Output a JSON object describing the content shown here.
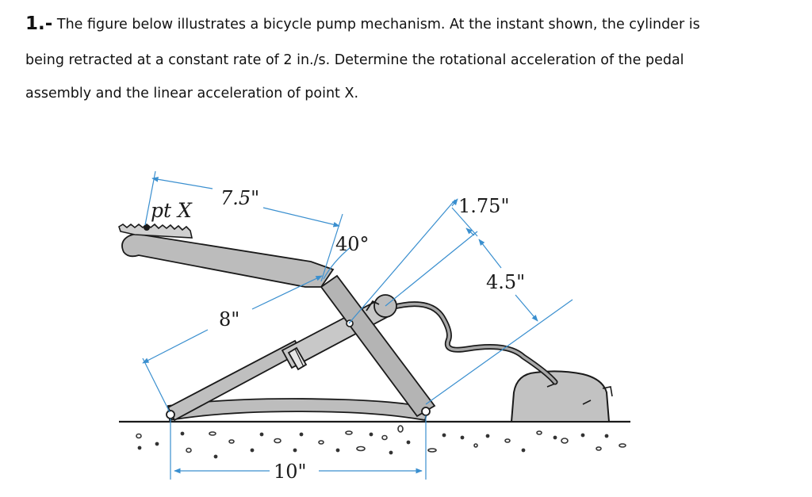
{
  "problem": {
    "number": "1.-",
    "line1": "The figure below illustrates a bicycle pump mechanism. At the instant shown, the cylinder is",
    "line2": "being retracted at a constant rate of 2 in./s. Determine the rotational acceleration of the pedal",
    "line3": "assembly and the linear acceleration of point X."
  },
  "figure": {
    "labels": {
      "point": "pt X",
      "upper_arm_length": "7.5\"",
      "lower_arm_length": "8\"",
      "angle": "40°",
      "offset": "1.75\"",
      "cylinder_length": "4.5\"",
      "base_length": "10\""
    },
    "colors": {
      "dimension_line": "#3a8fcf",
      "part_fill": "#b9b9b9",
      "outline": "#1a1a1a"
    }
  }
}
